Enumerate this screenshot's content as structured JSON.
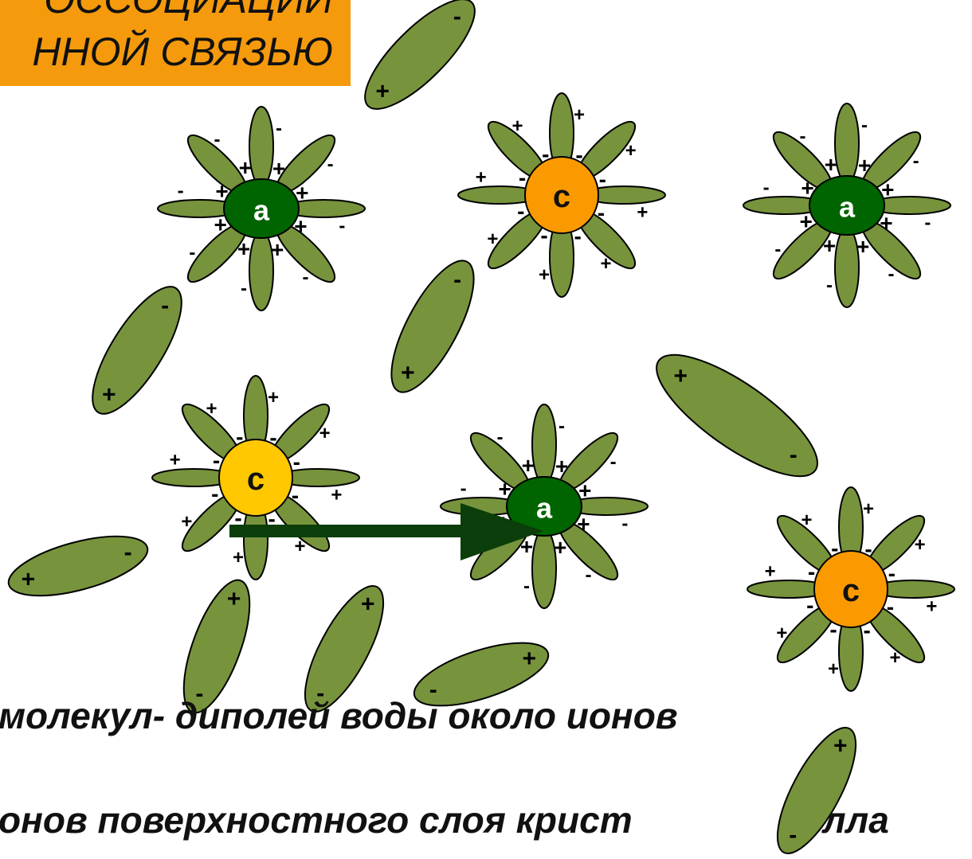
{
  "title": {
    "line1": "ОССОЦИАЦИИ",
    "line2": "ННОЙ СВЯЗЬЮ"
  },
  "captions": {
    "line1": "молекул- диполей воды около ионов",
    "line2": "онов поверхностного слоя крист",
    "line2_tail": "лла"
  },
  "ion_labels": {
    "anion": "а",
    "cation": "с"
  },
  "charge_symbols": {
    "plus": "+",
    "minus": "-"
  },
  "colors": {
    "title_background": "#f59a0c",
    "dipole": "#77933c",
    "anion": "#006400",
    "cation_orange": "#fb9a00",
    "cation_yellow": "#ffc800",
    "arrow": "#0b3e0b"
  }
}
